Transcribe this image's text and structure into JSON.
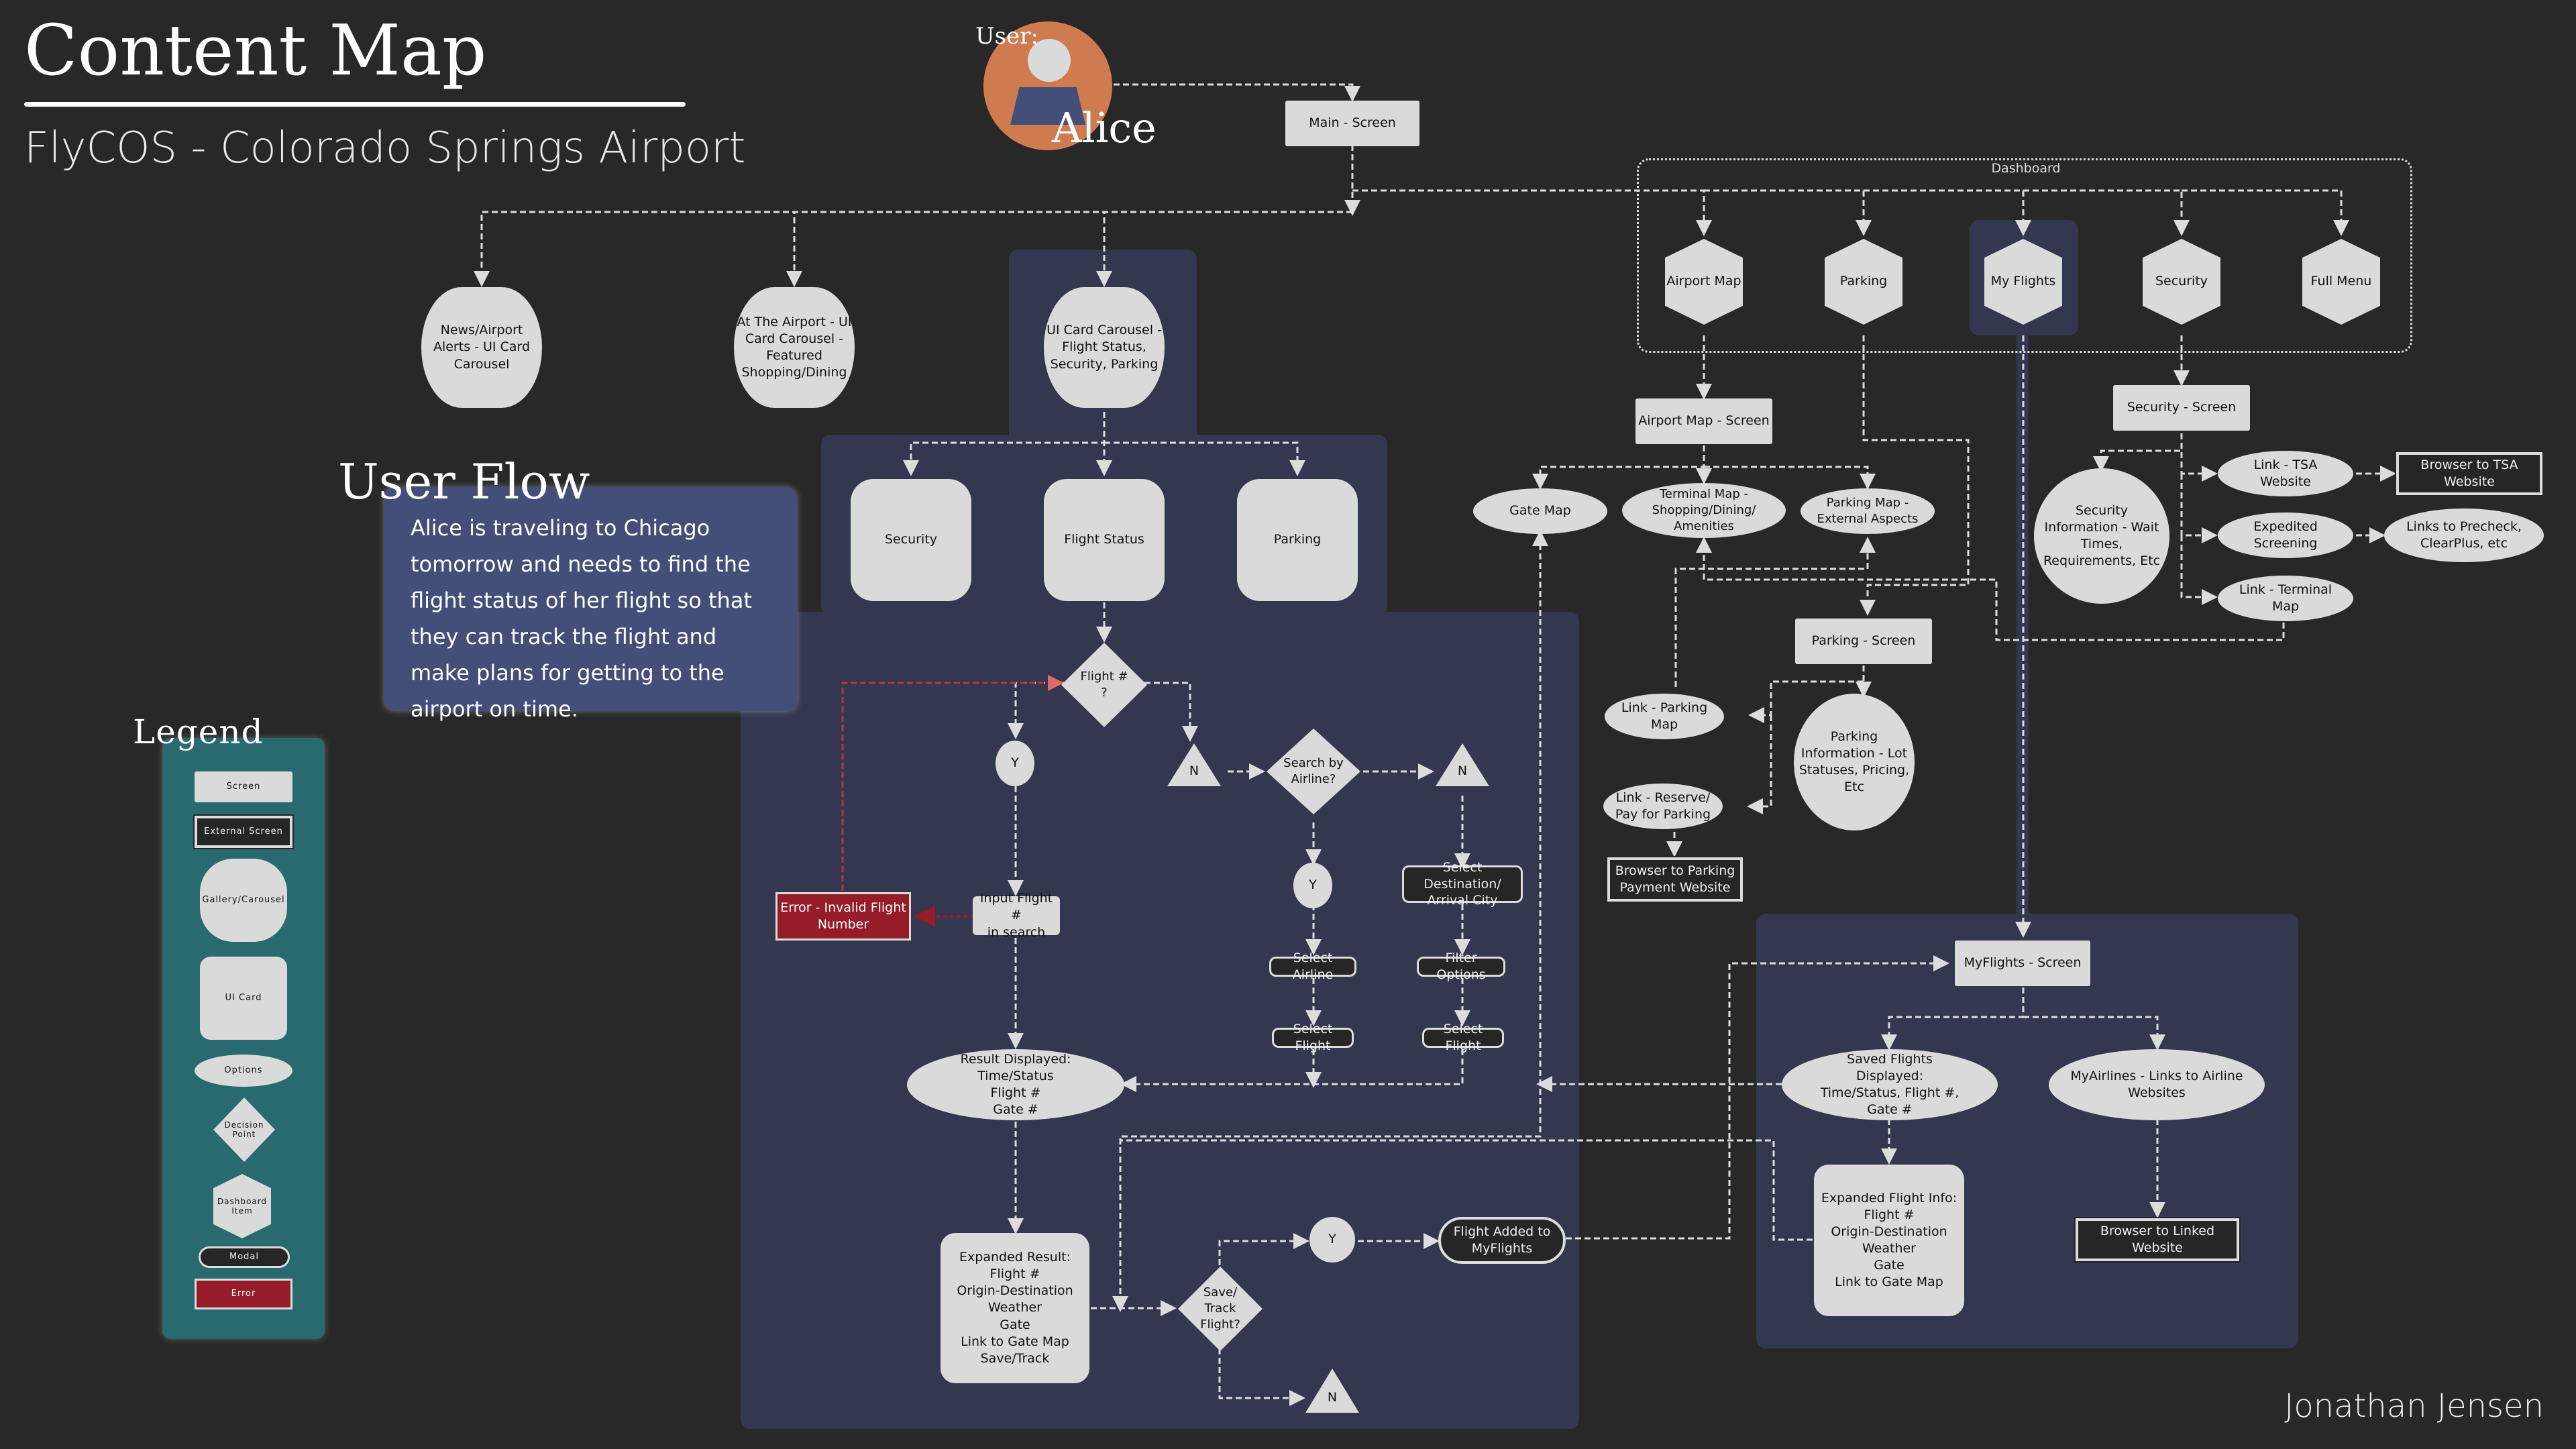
{
  "header": {
    "title": "Content Map",
    "subtitle": "FlyCOS - Colorado Springs Airport",
    "author": "Jonathan Jensen"
  },
  "user": {
    "label": "User:",
    "name": "Alice",
    "avatar_icon": "user-avatar-icon",
    "avatar_bg": "#cf7a4f",
    "avatar_body": "#434e79"
  },
  "user_flow": {
    "heading": "User Flow",
    "story": "Alice is traveling to Chicago tomorrow and needs to find the flight status of her flight so that they can track the flight and make plans for getting to the airport on time."
  },
  "legend": {
    "heading": "Legend",
    "items": {
      "screen": "Screen",
      "external_screen": "External Screen",
      "gallery": "Gallery/Carousel",
      "ui_card": "UI Card",
      "options": "Options",
      "decision": "Decision\nPoint",
      "dashboard_item": "Dashboard\nItem",
      "modal": "Modal",
      "error": "Error"
    }
  },
  "colors": {
    "background": "#282828",
    "highlight_panel": "#333750",
    "story_panel": "#434e79",
    "legend_panel": "#286a6f",
    "node_fill": "#dadada",
    "error_fill": "#951c28",
    "error_line": "#c0313d"
  },
  "nodes": {
    "main_screen": "Main - Screen",
    "news_carousel": "News/Airport\nAlerts - UI Card\nCarousel",
    "at_airport_carousel": "At The Airport - UI\nCard Carousel -\nFeatured\nShopping/Dining",
    "ui_card_carousel": "UI Card Carousel -\nFlight Status,\nSecurity, Parking",
    "card_security": "Security",
    "card_flight_status": "Flight Status",
    "card_parking": "Parking",
    "dashboard_label": "Dashboard",
    "dash_airport_map": "Airport Map",
    "dash_parking": "Parking",
    "dash_my_flights": "My Flights",
    "dash_security": "Security",
    "dash_full_menu": "Full Menu",
    "airport_map_screen": "Airport Map - Screen",
    "gate_map": "Gate Map",
    "terminal_map": "Terminal Map -\nShopping/Dining/\nAmenities",
    "parking_map": "Parking Map -\nExternal Aspects",
    "security_screen": "Security - Screen",
    "security_info": "Security\nInformation - Wait\nTimes,\nRequirements, Etc",
    "link_tsa": "Link - TSA\nWebsite",
    "browser_tsa": "Browser to TSA Website",
    "expedited": "Expedited\nScreening",
    "links_precheck": "Links to Precheck,\nClearPlus, etc",
    "link_terminal_map": "Link - Terminal\nMap",
    "parking_screen": "Parking - Screen",
    "link_parking_map": "Link - Parking\nMap",
    "parking_info": "Parking\nInformation - Lot\nStatuses, Pricing,\nEtc",
    "link_reserve": "Link - Reserve/\nPay for Parking",
    "browser_parking": "Browser to Parking\nPayment Website",
    "decision_flight": "Flight #\n?",
    "y1": "Y",
    "n1": "N",
    "decision_airline": "Search by\nAirline?",
    "n2": "N",
    "y2": "Y",
    "select_destination": "Select Destination/\nArrival City",
    "select_airline": "Select Airline",
    "filter_options": "Filter Options",
    "select_flight_1": "Select Flight",
    "select_flight_2": "Select Flight",
    "error_invalid": "Error - Invalid Flight\nNumber",
    "input_flight": "Input Flight #\nin search",
    "result_displayed": "Result Displayed:\nTime/Status\nFlight #\nGate #",
    "expanded_result": "Expanded Result:\nFlight #\nOrigin-Destination\nWeather\nGate\nLink to Gate Map\nSave/Track",
    "decision_save": "Save/\nTrack\nFlight?",
    "y3": "Y",
    "n3": "N",
    "flight_added": "Flight Added to\nMyFlights",
    "myflights_screen": "MyFlights - Screen",
    "saved_flights": "Saved Flights\nDisplayed:\nTime/Status, Flight #,\nGate #",
    "myairlines": "MyAirlines - Links to Airline\nWebsites",
    "expanded_flight_info": "Expanded Flight Info:\nFlight #\nOrigin-Destination\nWeather\nGate\nLink to Gate Map",
    "browser_linked": "Browser to Linked Website"
  }
}
